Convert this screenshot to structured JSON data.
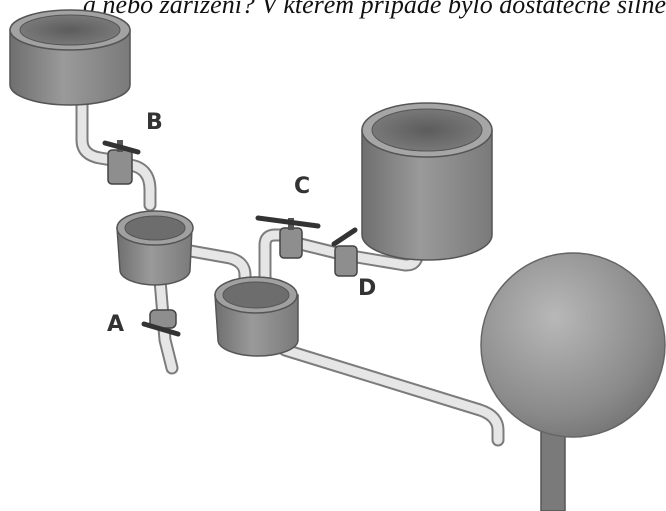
{
  "caption": "a nebo zařízení? V kterém případě bylo dostatečně silné",
  "valves": {
    "a": "A",
    "b": "B",
    "c": "C",
    "d": "D"
  },
  "colors": {
    "tank_body": "#8a8a8a",
    "tank_rim": "#9b9b9b",
    "tank_inner": "#6d6d6d",
    "pipe": "#e2e2e2",
    "pipe_stroke": "#7c7c7c",
    "handle": "#3a3a3a",
    "sphere": "#8c8c8c"
  }
}
